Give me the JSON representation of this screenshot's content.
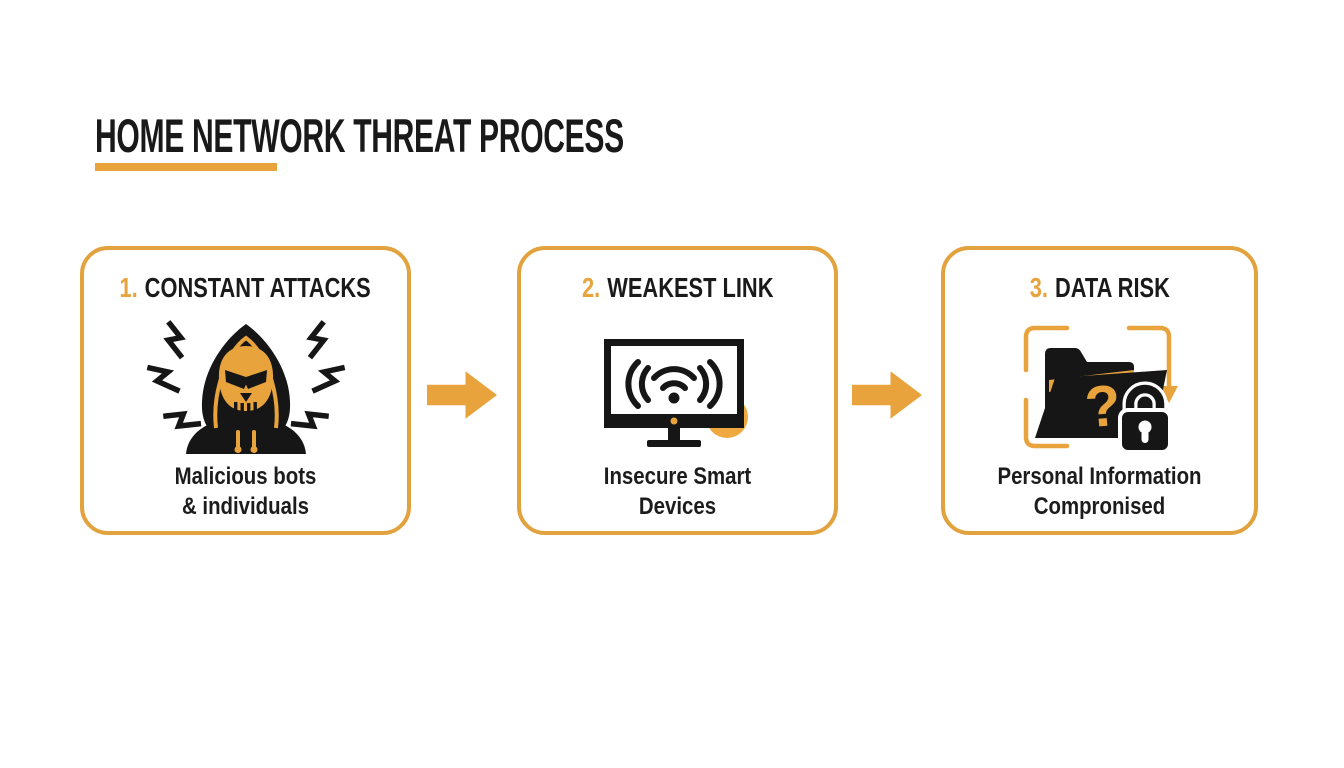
{
  "title": "HOME NETWORK THREAT PROCESS",
  "colors": {
    "accent_gold": "#E8A33C",
    "ink_black": "#161616",
    "background": "#FFFFFF"
  },
  "steps": [
    {
      "number": "1.",
      "heading": "CONSTANT ATTACKS",
      "caption": [
        "Malicious bots",
        "& individuals"
      ],
      "icon": "hooded-hacker-skull-icon"
    },
    {
      "number": "2.",
      "heading": "WEAKEST LINK",
      "caption": [
        "Insecure Smart",
        "Devices"
      ],
      "icon": "monitor-wifi-icon"
    },
    {
      "number": "3.",
      "heading": "DATA RISK",
      "caption": [
        "Personal Information",
        "Compronised"
      ],
      "icon": "folder-question-lock-icon"
    }
  ],
  "connectors": [
    {
      "icon": "arrow-right"
    },
    {
      "icon": "arrow-right"
    }
  ]
}
